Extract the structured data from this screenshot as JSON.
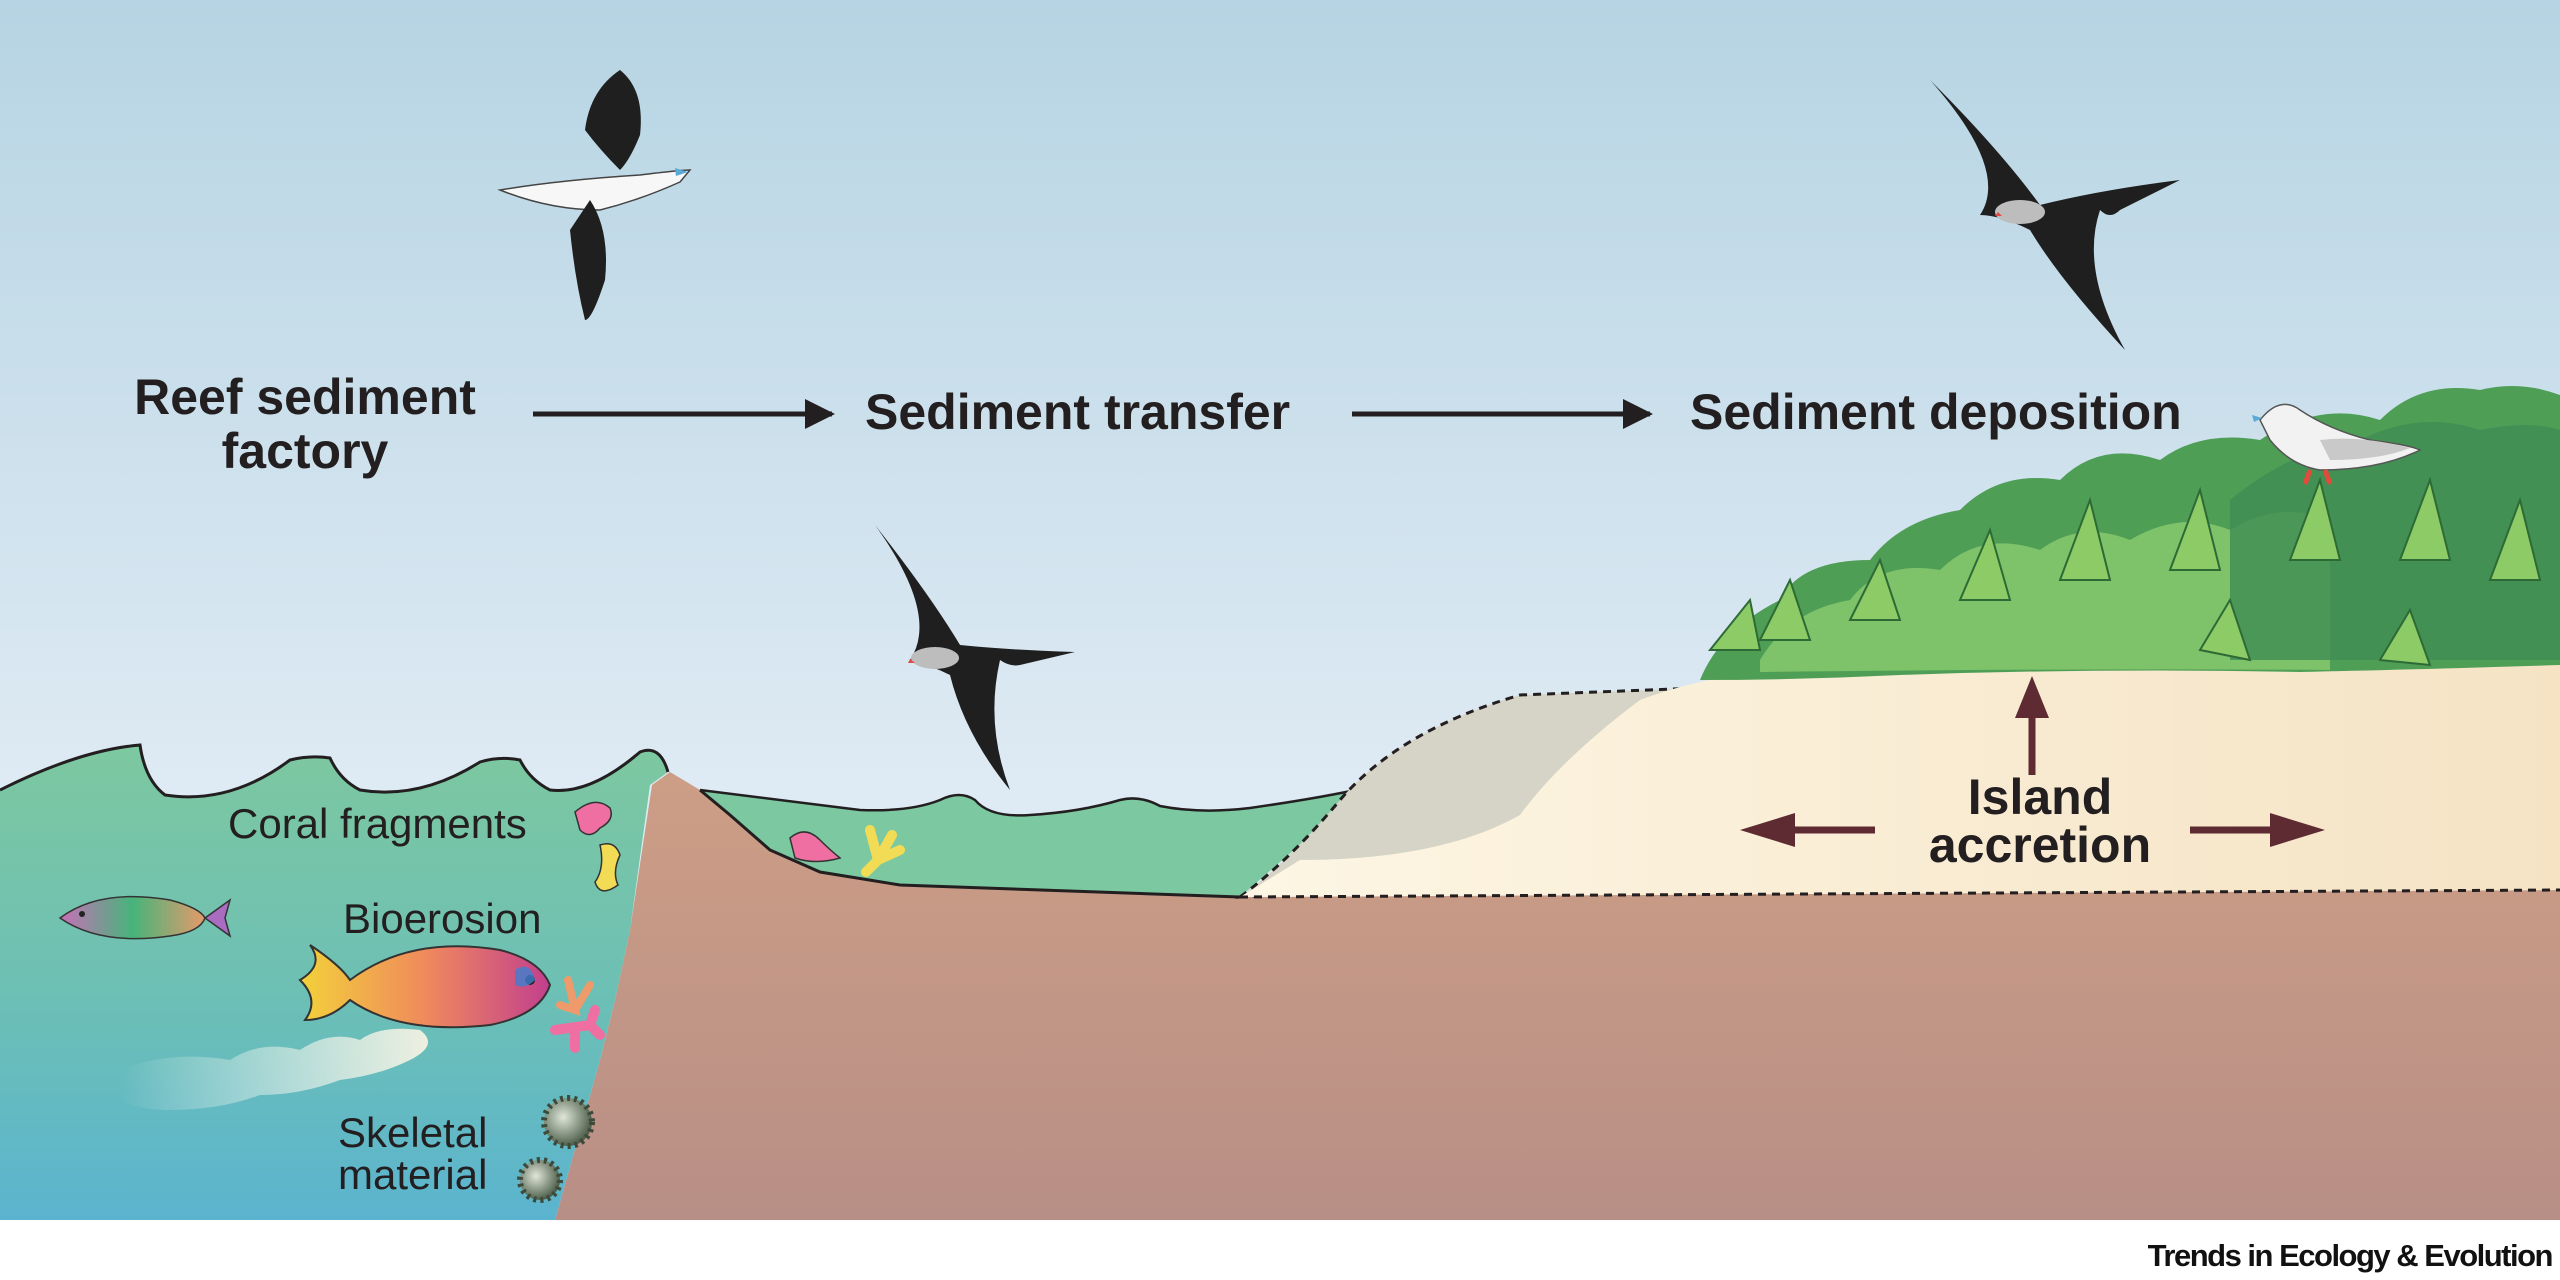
{
  "process": {
    "step1": "Reef sediment\nfactory",
    "step2": "Sediment transfer",
    "step3": "Sediment deposition"
  },
  "reef_labels": {
    "coral": "Coral fragments",
    "bioerosion": "Bioerosion",
    "skeletal": "Skeletal\nmaterial"
  },
  "island": {
    "label": "Island\naccretion"
  },
  "footer": {
    "journal": "Trends in Ecology & Evolution"
  },
  "colors": {
    "sky_top": "#b9d6e4",
    "sky_bottom": "#eef5fb",
    "sea_green": "#7cc6a2",
    "sea_blue": "#63b8cd",
    "bedrock": "#c79a83",
    "sand": "#f8ecd3",
    "old_sand": "#d8d6c8",
    "vegetation": "#5fae5a",
    "arrow_dark": "#231f20",
    "arrow_maroon": "#5e2b32"
  },
  "icons": [
    "red-footed-booby-flying",
    "frigatebird-flying",
    "frigatebird-flying",
    "booby-perched",
    "parrotfish",
    "parrotfish-small",
    "coral",
    "sea-urchin"
  ]
}
